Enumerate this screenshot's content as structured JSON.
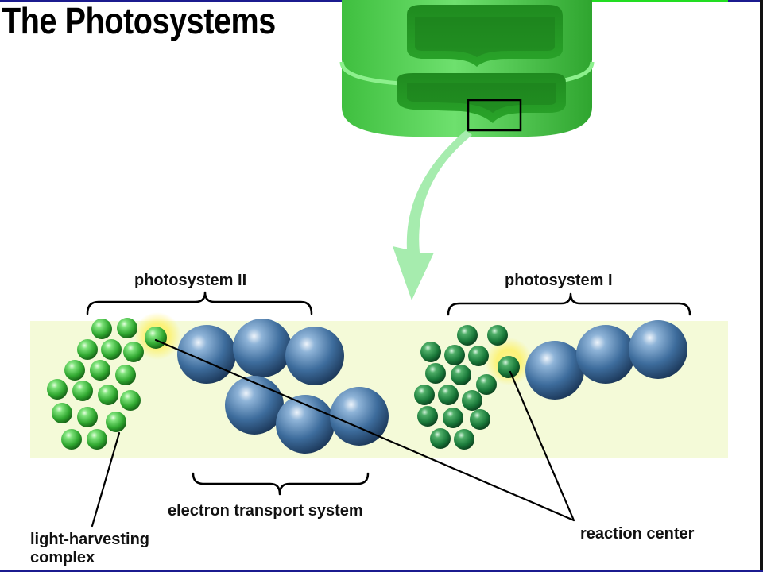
{
  "title": "The Photosystems",
  "labels": {
    "photosystem_ii": "photosystem II",
    "photosystem_i": "photosystem I",
    "electron_transport": "electron transport system",
    "light_harvesting_line1": "light-harvesting",
    "light_harvesting_line2": "complex",
    "reaction_center": "reaction center"
  },
  "colors": {
    "membrane": "#f4fad8",
    "chlorophyll_light": "#3ab83a",
    "chlorophyll_dark": "#1a7a3a",
    "protein_blue": "#3d6c9c",
    "thylakoid_green": "#4fc94f",
    "arrow_green": "#a6ecae",
    "glow_yellow": "#ffef50"
  }
}
